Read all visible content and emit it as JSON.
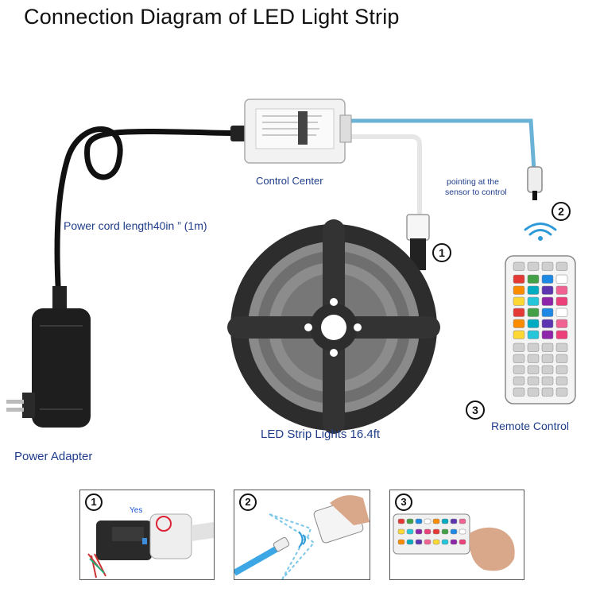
{
  "title": "Connection Diagram of LED Light Strip",
  "labels": {
    "control_center": "Control Center",
    "pointing_line1": "pointing at the",
    "pointing_line2": "sensor to control",
    "power_cord": "Power cord length40in ” (1m)",
    "led_strip": "LED Strip Lights 16.4ft",
    "remote_control": "Remote Control",
    "power_adapter": "Power Adapter"
  },
  "markers": {
    "one": "1",
    "two": "2",
    "three": "3"
  },
  "panels": [
    {
      "number": "1",
      "note": "Yes"
    },
    {
      "number": "2"
    },
    {
      "number": "3"
    }
  ],
  "colors": {
    "label_blue": "#1f3d8a",
    "cable_blue": "#6ab2d6",
    "wifi_blue": "#2f9ad8",
    "black_cord": "#111111"
  }
}
